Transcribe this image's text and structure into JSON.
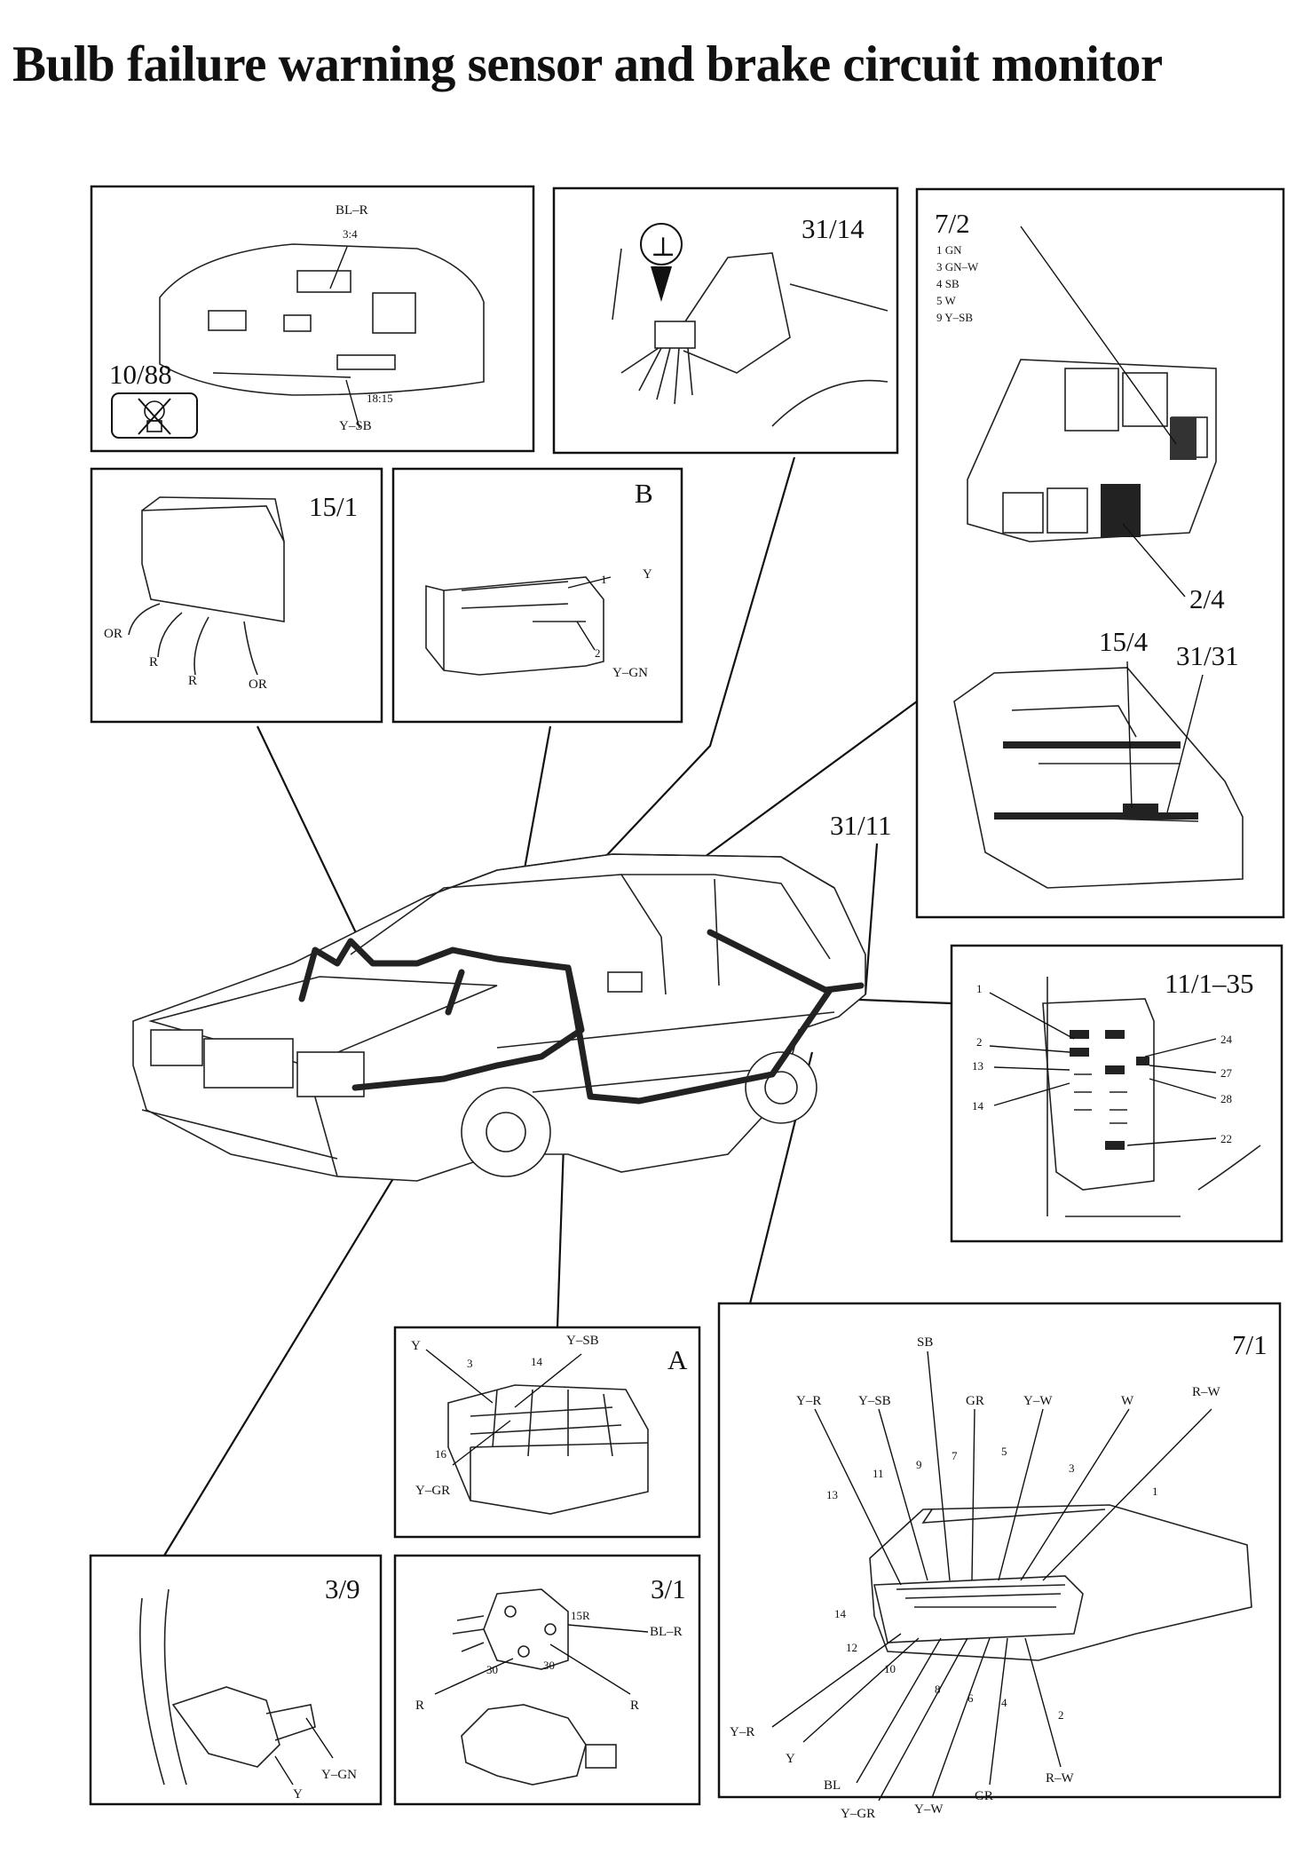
{
  "title": "Bulb failure warning sensor and brake circuit monitor",
  "panels": {
    "p1088": {
      "title": "10/88",
      "labels": {
        "top": "BL–R",
        "pin_top": "3:4",
        "pin_bot": "18:15",
        "bottom": "Y–SB"
      }
    },
    "p3114": {
      "title": "31/14",
      "ground_symbol": "⊥"
    },
    "p72": {
      "title": "7/2",
      "legend": [
        "1 GN",
        "3 GN–W",
        "4 SB",
        "5 W",
        "9 Y–SB"
      ],
      "label_24": "2/4",
      "label_154": "15/4",
      "label_3131": "31/31"
    },
    "p151": {
      "title": "15/1",
      "wires": [
        "OR",
        "R",
        "R",
        "OR"
      ]
    },
    "pB": {
      "title": "B",
      "pin1": "1",
      "wire1": "Y",
      "pin2": "2",
      "wire2": "Y–GN"
    },
    "p3111": {
      "title": "31/11"
    },
    "p111": {
      "title": "11/1–35",
      "left_nums": [
        "1",
        "2",
        "13",
        "14"
      ],
      "right_nums": [
        "24",
        "27",
        "28",
        "22"
      ]
    },
    "pA": {
      "title": "A",
      "w_y": "Y",
      "pin3": "3",
      "w_ysb": "Y–SB",
      "pin14": "14",
      "pin16": "16",
      "w_ygr": "Y–GR"
    },
    "p71": {
      "title": "7/1",
      "top_wires": [
        "Y–R",
        "Y–SB",
        "SB",
        "GR",
        "Y–W",
        "W",
        "R–W"
      ],
      "top_pins": [
        "13",
        "11",
        "9",
        "7",
        "5",
        "3",
        "1"
      ],
      "bot_pins": [
        "14",
        "12",
        "10",
        "8",
        "6",
        "4",
        "2"
      ],
      "bot_wires": [
        "Y–R",
        "Y",
        "BL",
        "Y–GR",
        "Y–W",
        "GR",
        "R–W"
      ]
    },
    "p39": {
      "title": "3/9",
      "w1": "Y–GN",
      "w2": "Y"
    },
    "p31": {
      "title": "3/1",
      "pin15r": "15R",
      "w_blr": "BL–R",
      "pin30a": "30",
      "pin30b": "30",
      "w_r1": "R",
      "w_r2": "R"
    }
  }
}
